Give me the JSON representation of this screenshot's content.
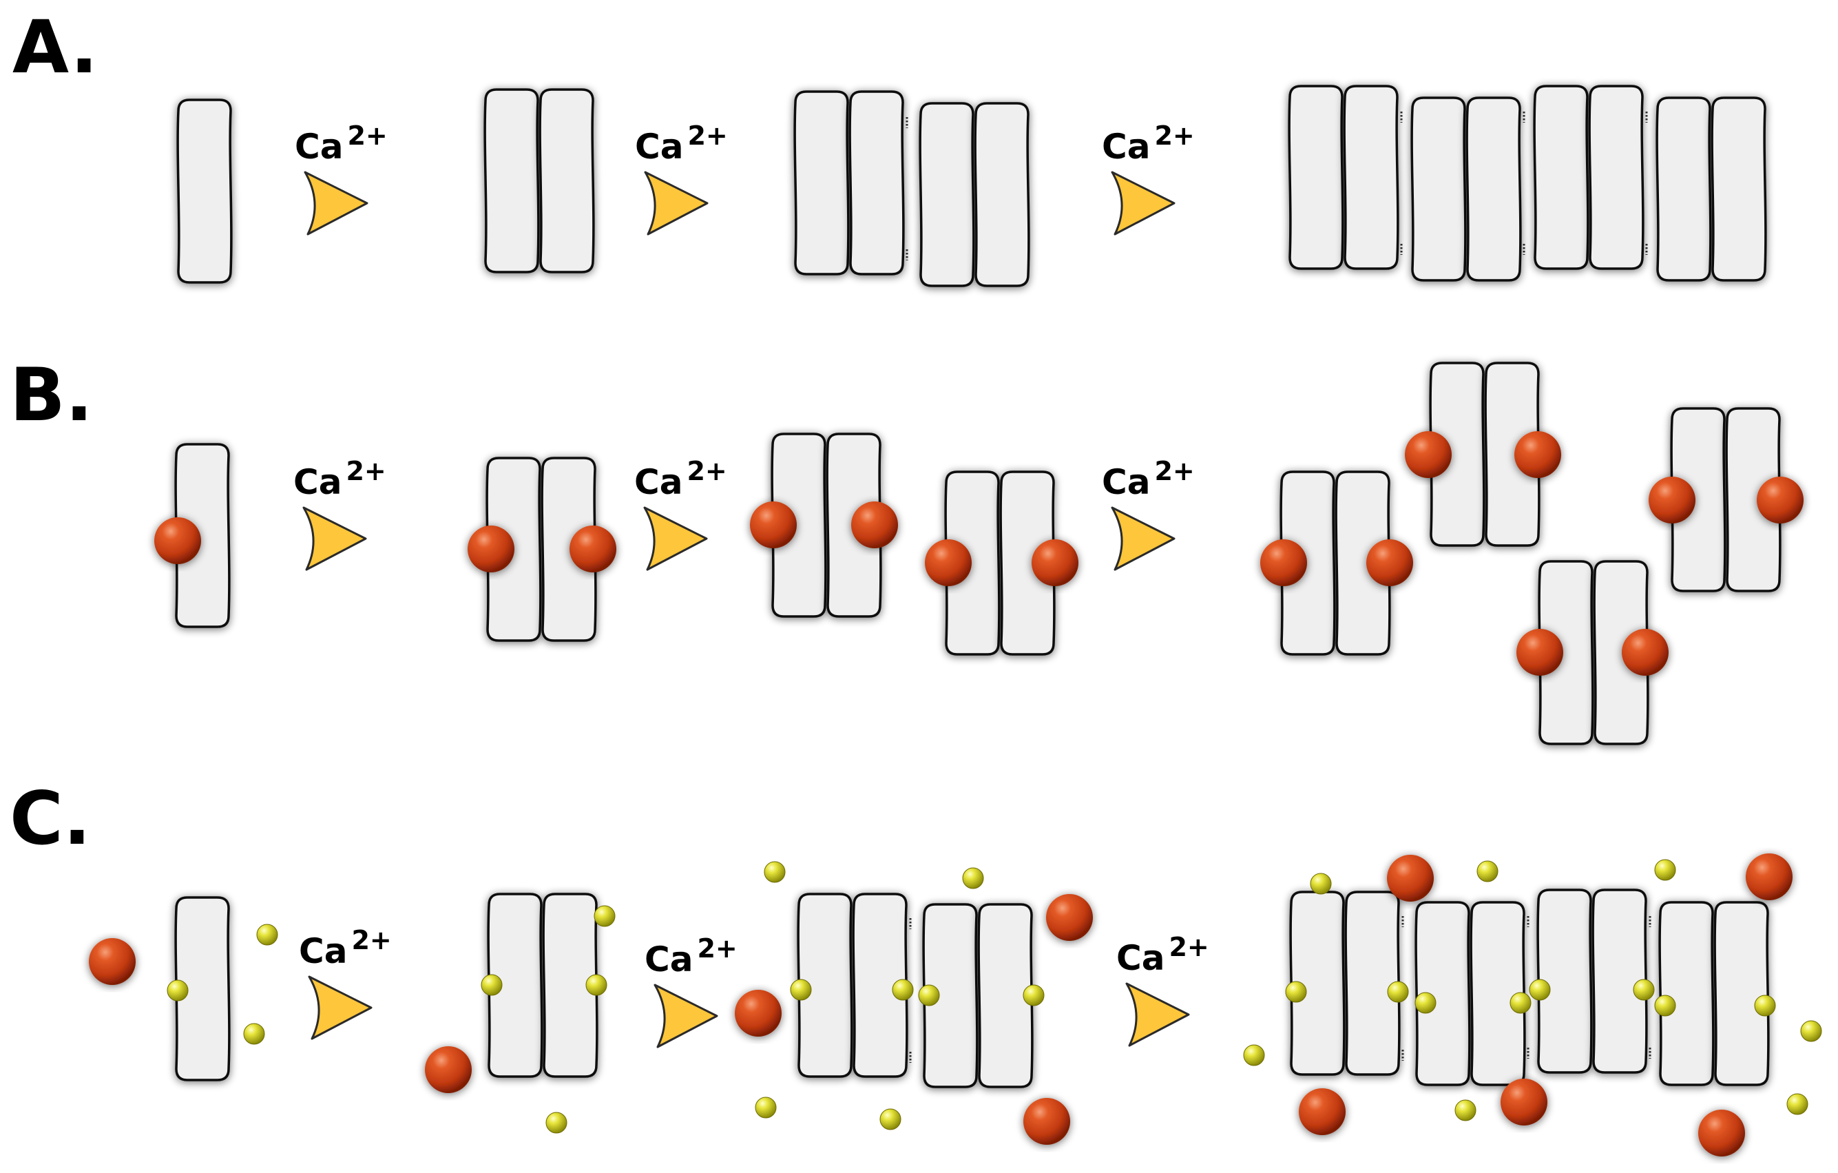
{
  "figure": {
    "panels": [
      {
        "label": "A.",
        "description_key": "panel-a"
      },
      {
        "label": "B.",
        "description_key": "panel-b"
      },
      {
        "label": "C.",
        "description_key": "panel-c"
      }
    ],
    "arrow_label": {
      "base": "Ca",
      "superscript": "2+"
    },
    "colors": {
      "monomer_fill": "#efefef",
      "monomer_outline": "#111111",
      "arrow_fill": "#fec63a",
      "large_ball": "#d8461b",
      "small_ball": "#e2e02a"
    },
    "icons": [
      "reaction-arrow-icon",
      "monomer-icon",
      "large-ligand-icon",
      "small-ligand-icon"
    ]
  }
}
